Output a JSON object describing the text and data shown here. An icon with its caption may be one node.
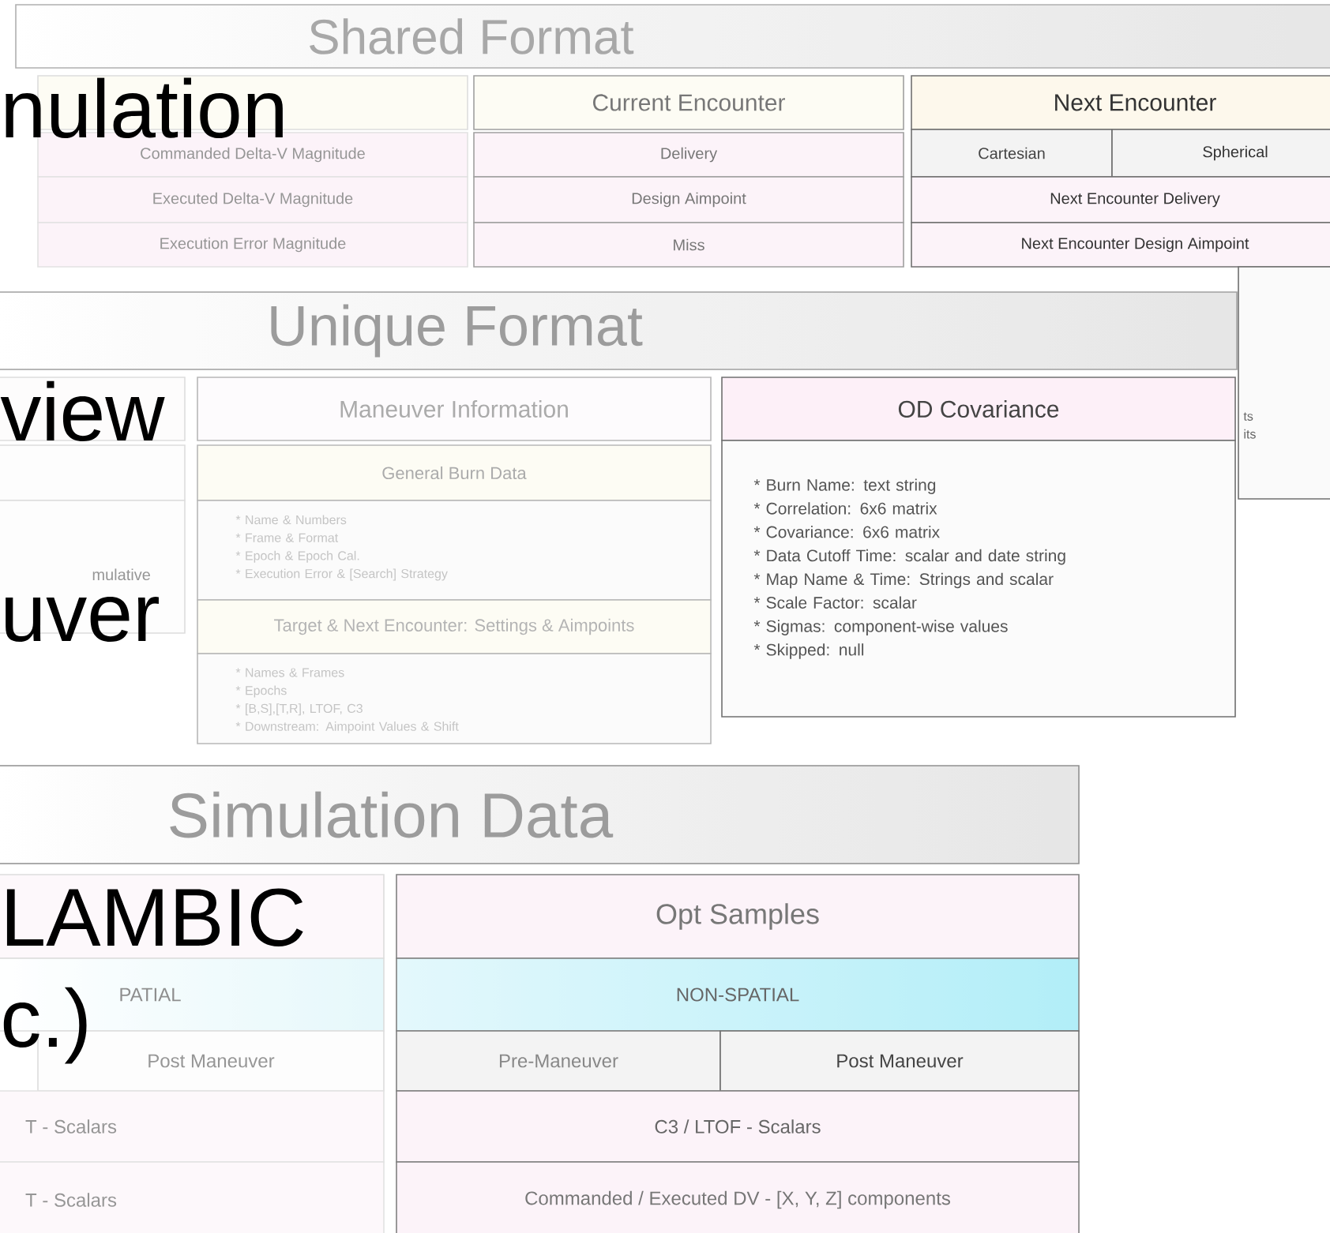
{
  "diagram": {
    "nodes": [
      {
        "text": [
          "Shared Format"
        ]
      },
      {
        "text": [],
        "shape": "box"
      },
      {
        "text": [
          "Commanded Delta-V Magnitude"
        ]
      },
      {
        "text": [
          "Executed Delta-V Magnitude"
        ]
      },
      {
        "text": [
          "Execution Error Magnitude"
        ]
      },
      {
        "text": [
          "Current Encounter"
        ]
      },
      {
        "text": [
          "Delivery"
        ]
      },
      {
        "text": [
          "Design Aimpoint"
        ]
      },
      {
        "text": [
          "Miss"
        ]
      },
      {
        "text": [
          "Next Encounter"
        ]
      },
      {
        "text": [
          "Cartesian"
        ]
      },
      {
        "text": [
          "Spherical"
        ]
      },
      {
        "text": [
          "Next Encounter Delivery"
        ]
      },
      {
        "text": [
          "Next Encounter Design Aimpoint"
        ]
      },
      {
        "text": [
          "ts",
          "its"
        ]
      },
      {
        "text": [
          "Unique Format"
        ]
      },
      {
        "text": [],
        "shape": "box"
      },
      {
        "text": [],
        "shape": "box"
      },
      {
        "text": [
          "mulative"
        ]
      },
      {
        "text": [
          "Maneuver Information"
        ]
      },
      {
        "text": [
          "General Burn Data"
        ]
      },
      {
        "text": [
          "* Name & Numbers",
          "* Frame & Format",
          "* Epoch & Epoch Cal.",
          "* Execution Error & [Search] Strategy"
        ]
      },
      {
        "text": [
          "Target & Next Encounter: Settings & Aimpoints"
        ]
      },
      {
        "text": [
          "* Names & Frames",
          "* Epochs",
          "* [B,S],[T,R], LTOF, C3",
          "* Downstream: Aimpoint Values & Shift"
        ]
      },
      {
        "text": [
          "OD Covariance"
        ]
      },
      {
        "text": [
          "* Burn Name: text string",
          "* Correlation: 6x6 matrix",
          "* Covariance: 6x6 matrix",
          "* Data Cutoff Time: scalar and date string",
          "* Map Name & Time: Strings and scalar",
          "* Scale Factor: scalar",
          "* Sigmas: component-wise values",
          "* Skipped: null"
        ]
      },
      {
        "text": [
          "Simulation Data"
        ]
      },
      {
        "text": [],
        "shape": "box"
      },
      {
        "text": [
          "PATIAL"
        ]
      },
      {
        "text": [
          "Post Maneuver"
        ]
      },
      {
        "text": [
          "T - Scalars"
        ]
      },
      {
        "text": [
          "T - Scalars"
        ]
      },
      {
        "text": [
          "Opt Samples"
        ]
      },
      {
        "text": [
          "NON-SPATIAL"
        ]
      },
      {
        "text": [
          "Pre-Maneuver"
        ]
      },
      {
        "text": [
          "Post Maneuver"
        ]
      },
      {
        "text": [
          "C3 / LTOF - Scalars"
        ]
      },
      {
        "text": [
          "Commanded / Executed DV - [X, Y, Z] components"
        ]
      }
    ],
    "labels": [
      "nulation",
      "view",
      "uver",
      "LAMBIC",
      "c.)"
    ]
  }
}
